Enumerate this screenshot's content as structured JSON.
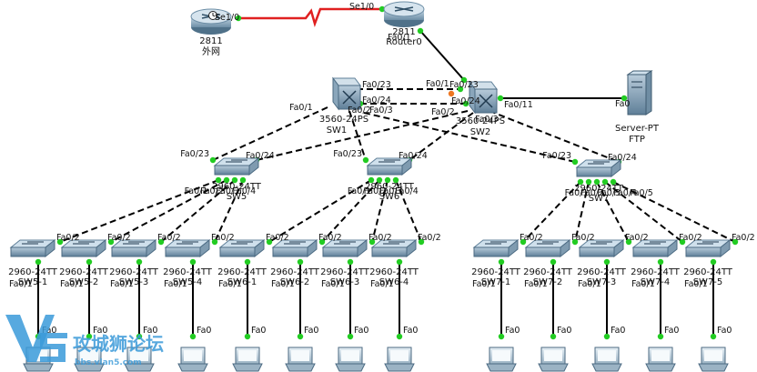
{
  "devices": {
    "isp_router": {
      "model": "2811",
      "name": "外网",
      "port_se": "Se1/0"
    },
    "router0": {
      "model": "2811",
      "name": "Router0",
      "port_se": "Se1/0",
      "port_fa": "Fa0/1"
    },
    "sw1": {
      "model": "3560-24PS",
      "name": "SW1"
    },
    "sw2": {
      "model": "3560-24PS",
      "name": "SW2"
    },
    "server": {
      "model": "Server-PT",
      "name": "FTP",
      "port": "Fa0"
    },
    "dist": [
      {
        "model": "2960-24TT",
        "name": "SW5"
      },
      {
        "model": "2960-24TT",
        "name": "SW6"
      },
      {
        "model": "2960-24TT",
        "name": "SW7"
      }
    ],
    "access": [
      {
        "model": "2960-24TT",
        "name": "SW5-1"
      },
      {
        "model": "2960-24TT",
        "name": "SW5-2"
      },
      {
        "model": "2960-24TT",
        "name": "SW5-3"
      },
      {
        "model": "2960-24TT",
        "name": "SW5-4"
      },
      {
        "model": "2960-24TT",
        "name": "SW6-1"
      },
      {
        "model": "2960-24TT",
        "name": "SW6-2"
      },
      {
        "model": "2960-24TT",
        "name": "SW6-3"
      },
      {
        "model": "2960-24TT",
        "name": "SW6-4"
      },
      {
        "model": "2960-24TT",
        "name": "SW7-1"
      },
      {
        "model": "2960-24TT",
        "name": "SW7-2"
      },
      {
        "model": "2960-24TT",
        "name": "SW7-3"
      },
      {
        "model": "2960-24TT",
        "name": "SW7-4"
      },
      {
        "model": "2960-24TT",
        "name": "SW7-5"
      }
    ]
  },
  "ports": {
    "fa0_1": "Fa0/1",
    "fa0_2": "Fa0/2",
    "fa0_3": "Fa0/3",
    "fa0_4": "Fa0/4",
    "fa0_5": "Fa0/5",
    "fa0_11": "Fa0/11",
    "fa0_23": "Fa0/23",
    "fa0_24": "Fa0/24",
    "fa0": "Fa0"
  },
  "watermark": {
    "brand": "攻城狮论坛",
    "url": "bbs.vlan5.com"
  },
  "colors": {
    "serial_link": "#e02020",
    "link": "#000000",
    "port_up": "#22cc22",
    "port_block": "#ee7722"
  }
}
